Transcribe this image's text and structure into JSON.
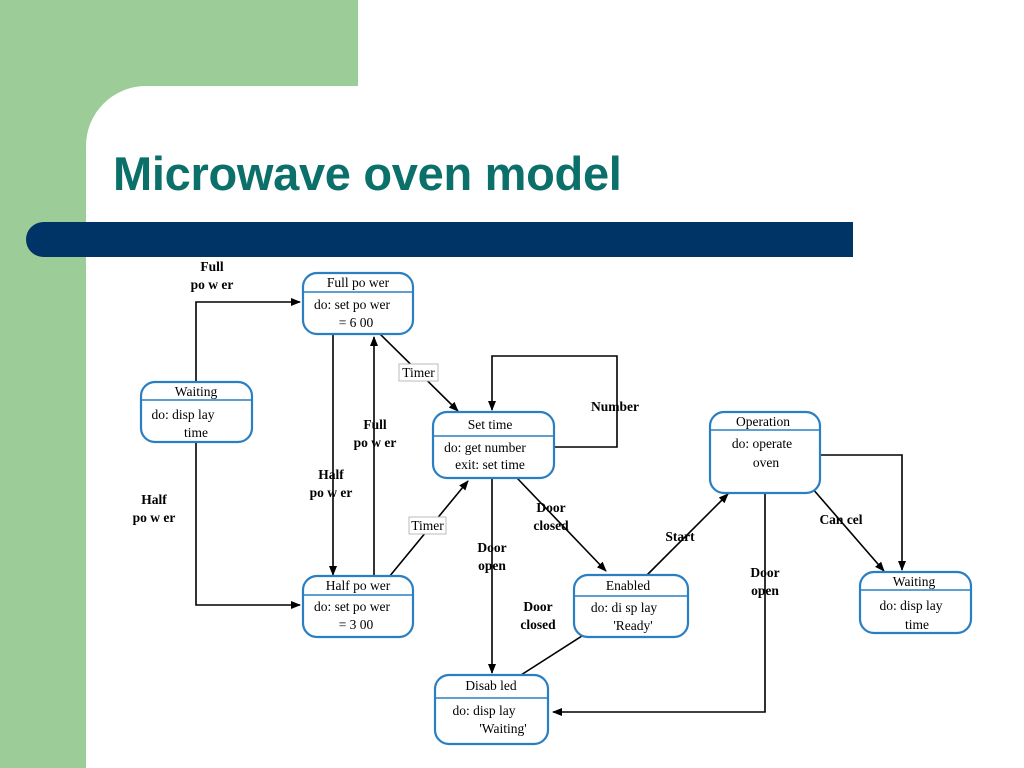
{
  "slide": {
    "title": "Microwave oven model"
  },
  "states": {
    "waiting_left": {
      "name": "Waiting",
      "line1": "do:  disp lay",
      "line2": "time"
    },
    "full_power": {
      "name": "Full po wer",
      "line1": "do:  set po wer",
      "line2": "= 6 00"
    },
    "half_power": {
      "name": "Half po wer",
      "line1": "do:  set po wer",
      "line2": "= 3 00"
    },
    "set_time": {
      "name": "Set time",
      "line1": "do: get number",
      "line2": "exit: set time"
    },
    "disabled": {
      "name": "Disab led",
      "line1": "do:  disp lay",
      "line2": "'Waiting'"
    },
    "enabled": {
      "name": "Enabled",
      "line1": "do: di sp lay",
      "line2": "'Ready'"
    },
    "operation": {
      "name": "Operation",
      "line1": "do:  operate",
      "line2": "oven"
    },
    "waiting_right": {
      "name": "Waiting",
      "line1": "do:  disp lay",
      "line2": "time"
    }
  },
  "labels": {
    "full_power_top_1": "Full",
    "full_power_top_2": "po w er",
    "half_power_left_1": "Half",
    "half_power_left_2": "po w er",
    "half_power_mid_1": "Half",
    "half_power_mid_2": "po w er",
    "full_power_mid_1": "Full",
    "full_power_mid_2": "po w er",
    "timer_top": "Timer",
    "timer_bottom": "Timer",
    "number": "Number",
    "door_closed_top_1": "Door",
    "door_closed_top_2": "closed",
    "door_open_mid_1": "Door",
    "door_open_mid_2": "open",
    "door_closed_bottom_1": "Door",
    "door_closed_bottom_2": "closed",
    "start": "Start",
    "door_open_right_1": "Door",
    "door_open_right_2": "open",
    "cancel": "Can cel"
  }
}
